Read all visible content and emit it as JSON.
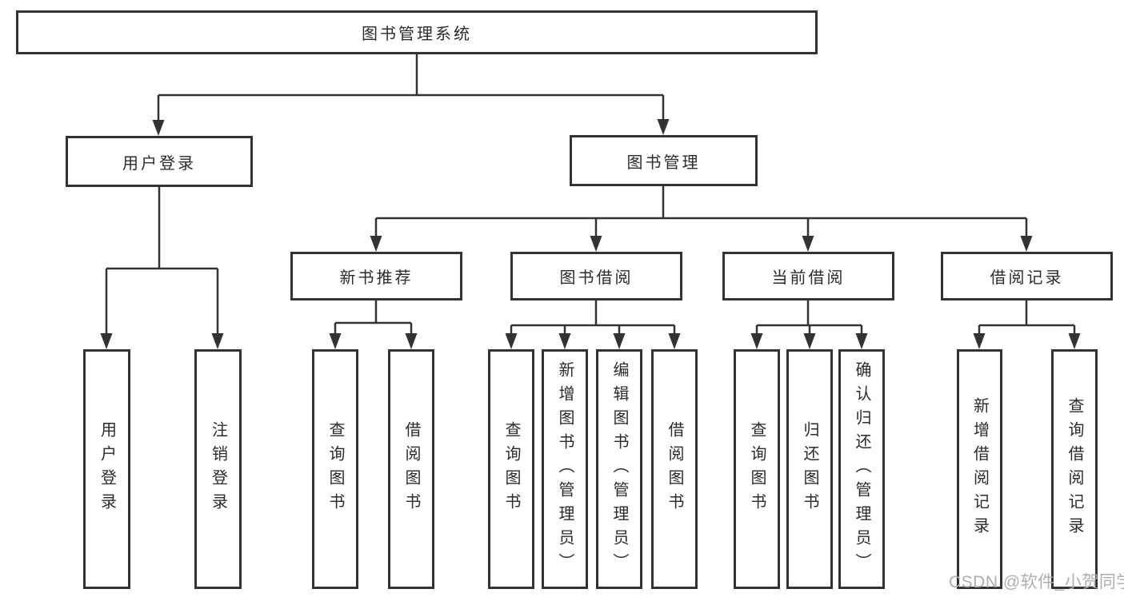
{
  "tree": {
    "root": {
      "label": "图书管理系统"
    },
    "children": [
      {
        "label": "用户登录",
        "children": [
          {
            "label": "用户登录"
          },
          {
            "label": "注销登录"
          }
        ]
      },
      {
        "label": "图书管理",
        "children": [
          {
            "label": "新书推荐",
            "children": [
              {
                "label": "查询图书"
              },
              {
                "label": "借阅图书"
              }
            ]
          },
          {
            "label": "图书借阅",
            "children": [
              {
                "label": "查询图书"
              },
              {
                "label": "新增图书（管理员）"
              },
              {
                "label": "编辑图书（管理员）"
              },
              {
                "label": "借阅图书"
              }
            ]
          },
          {
            "label": "当前借阅",
            "children": [
              {
                "label": "查询图书"
              },
              {
                "label": "归还图书"
              },
              {
                "label": "确认归还（管理员）"
              }
            ]
          },
          {
            "label": "借阅记录",
            "children": [
              {
                "label": "新增借阅记录"
              },
              {
                "label": "查询借阅记录"
              }
            ]
          }
        ]
      }
    ]
  },
  "watermark": "CSDN @软件_小贺同学",
  "colors": {
    "line": "#333333",
    "text": "#2b2b2b",
    "watermark": "#aaaaaa",
    "background": "#ffffff"
  }
}
